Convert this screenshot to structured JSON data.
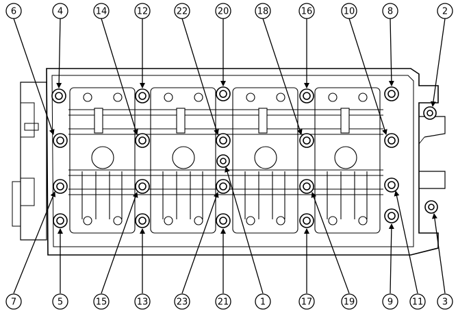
{
  "diagram": {
    "top_callouts": [
      "6",
      "4",
      "14",
      "12",
      "22",
      "20",
      "18",
      "16",
      "10",
      "8",
      "2"
    ],
    "bottom_callouts": [
      "7",
      "5",
      "15",
      "13",
      "23",
      "21",
      "1",
      "17",
      "19",
      "9",
      "11",
      "3"
    ],
    "colors": {
      "ink": "#000000",
      "paper": "#ffffff"
    }
  }
}
